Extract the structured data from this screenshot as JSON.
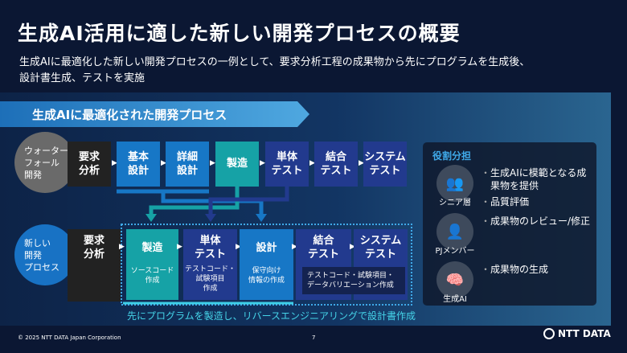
{
  "title": "生成AI活用に適した新しい開発プロセスの概要",
  "subtitle_line1": "生成AIに最適化した新しい開発プロセスの一例として、要求分析工程の成果物から先にプログラムを生成後、",
  "subtitle_line2": "設計書生成、テストを実施",
  "banner": "生成AIに最適化された開発プロセス",
  "waterfall": {
    "label": [
      "ウォーター",
      "フォール",
      "開発"
    ],
    "steps": [
      [
        "要求",
        "分析"
      ],
      [
        "基本",
        "設計"
      ],
      [
        "詳細",
        "設計"
      ],
      [
        "製造"
      ],
      [
        "単体",
        "テスト"
      ],
      [
        "結合",
        "テスト"
      ],
      [
        "システム",
        "テスト"
      ]
    ]
  },
  "new_process": {
    "label": [
      "新しい",
      "開発",
      "プロセス"
    ],
    "steps": [
      {
        "t": [
          "要求",
          "分析"
        ]
      },
      {
        "t": [
          "製造"
        ],
        "n": [
          "ソースコード",
          "作成"
        ]
      },
      {
        "t": [
          "単体",
          "テスト"
        ],
        "n": [
          "テストコード・",
          "試験項目",
          "作成"
        ]
      },
      {
        "t": [
          "設計"
        ],
        "n": [
          "保守向け",
          "情報の作成"
        ]
      },
      {
        "t": [
          "結合",
          "テスト"
        ]
      },
      {
        "t": [
          "システム",
          "テスト"
        ]
      }
    ],
    "shared_note": [
      "テストコード・試験項目・",
      "データバリエーション作成"
    ],
    "caption": "先にプログラムを製造し、リバースエンジニアリングで設計書作成"
  },
  "roles": {
    "heading": "役割分担",
    "items": [
      {
        "icon": "people-group-icon",
        "label": "シニア層",
        "bullets": [
          "生成AIに模範となる成果物を提供",
          "品質評価"
        ]
      },
      {
        "icon": "person-icon",
        "label": "PJメンバー",
        "bullets": [
          "成果物のレビュー/修正"
        ]
      },
      {
        "icon": "brain-icon",
        "label": "生成AI",
        "bullets": [
          "成果物の生成"
        ]
      }
    ]
  },
  "footer": {
    "copyright": "© 2025 NTT DATA Japan Corporation",
    "page": "7",
    "logo": "NTT DATA"
  },
  "colors": {
    "bg": "#0b1733",
    "black": "#222222",
    "blue": "#1777c6",
    "teal": "#16a2a6",
    "navy": "#223a8e"
  }
}
